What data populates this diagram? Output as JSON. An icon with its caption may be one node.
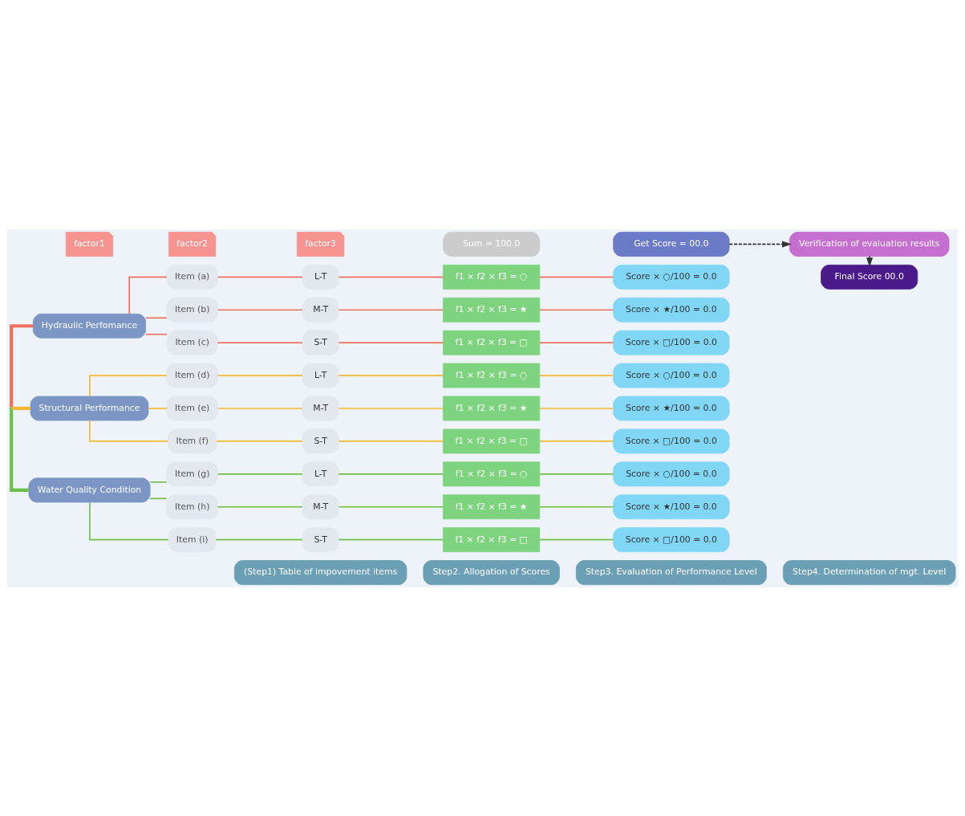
{
  "diagram": {
    "nodes": [
      {
        "text": [
          "(Step1) Table of impovement items"
        ]
      },
      {
        "text": [
          "Step2. Allogation of Scores"
        ]
      },
      {
        "text": [
          "Step3. Evaluation of Performance Level"
        ]
      },
      {
        "text": [
          "Step4. Determination of mgt. Level"
        ]
      },
      {
        "text": [
          "Hydraulic Perfomance"
        ]
      },
      {
        "text": [
          "Structural Performance"
        ]
      },
      {
        "text": [
          "Water Quality Condition"
        ]
      },
      {
        "text": [
          "Item (a)"
        ]
      },
      {
        "text": [
          "L-T"
        ]
      },
      {
        "text": [
          "f1 × f2 × f3 = ○"
        ]
      },
      {
        "text": [
          "Score × ○/100 = 0.0"
        ]
      },
      {
        "text": [
          "Item (b)"
        ]
      },
      {
        "text": [
          "M-T"
        ]
      },
      {
        "text": [
          "f1 × f2 × f3 = ★"
        ]
      },
      {
        "text": [
          "Score × ★/100 = 0.0"
        ]
      },
      {
        "text": [
          "Item (c)"
        ]
      },
      {
        "text": [
          "S-T"
        ]
      },
      {
        "text": [
          "f1 × f2 × f3 = □"
        ]
      },
      {
        "text": [
          "Score × □/100 = 0.0"
        ]
      },
      {
        "text": [
          "Item (d)"
        ]
      },
      {
        "text": [
          "L-T"
        ]
      },
      {
        "text": [
          "f1 × f2 × f3 = ○"
        ]
      },
      {
        "text": [
          "Score × ○/100 = 0.0"
        ]
      },
      {
        "text": [
          "Item (e)"
        ]
      },
      {
        "text": [
          "M-T"
        ]
      },
      {
        "text": [
          "f1 × f2 × f3 = ★"
        ]
      },
      {
        "text": [
          "Score × ★/100 = 0.0"
        ]
      },
      {
        "text": [
          "Item (f)"
        ]
      },
      {
        "text": [
          "S-T"
        ]
      },
      {
        "text": [
          "f1 × f2 × f3 = □"
        ]
      },
      {
        "text": [
          "Score × □/100 = 0.0"
        ]
      },
      {
        "text": [
          "Item (g)"
        ]
      },
      {
        "text": [
          "L-T"
        ]
      },
      {
        "text": [
          "f1 × f2 × f3 = ○"
        ]
      },
      {
        "text": [
          "Score × ○/100 = 0.0"
        ]
      },
      {
        "text": [
          "Item (h)"
        ]
      },
      {
        "text": [
          "M-T"
        ]
      },
      {
        "text": [
          "f1 × f2 × f3 = ★"
        ]
      },
      {
        "text": [
          "Score × ★/100 = 0.0"
        ]
      },
      {
        "text": [
          "Item (i)"
        ]
      },
      {
        "text": [
          "S-T"
        ]
      },
      {
        "text": [
          "f1 × f2 × f3 = □"
        ]
      },
      {
        "text": [
          "Score × □/100 = 0.0"
        ]
      },
      {
        "text": [
          "Final Score 00.0"
        ]
      },
      {
        "text": [
          "Verification of evaluation results"
        ]
      },
      {
        "text": [
          "factor1"
        ]
      },
      {
        "text": [
          "factor2"
        ]
      },
      {
        "text": [
          "factor3"
        ]
      },
      {
        "text": [
          "Sum = 100.0"
        ]
      },
      {
        "text": [
          "Get Score = 00.0"
        ]
      }
    ],
    "edges": [
      {
        "from": null,
        "to": 4,
        "arrow": "none",
        "color": "#f07060",
        "style": "thick"
      },
      {
        "from": null,
        "to": 5,
        "arrow": "none",
        "color": "#f5b830",
        "style": "thick"
      },
      {
        "from": null,
        "to": 6,
        "arrow": "none",
        "color": "#6cc04a",
        "style": "thick"
      },
      {
        "from": 4,
        "to": 7,
        "arrow": "none",
        "color": "#f07060"
      },
      {
        "from": 7,
        "to": 8,
        "arrow": "none",
        "color": "#f07060"
      },
      {
        "from": 8,
        "to": 9,
        "arrow": "none",
        "color": "#f07060"
      },
      {
        "from": 9,
        "to": 10,
        "arrow": "none",
        "color": "#f07060"
      },
      {
        "from": 4,
        "to": 11,
        "arrow": "none",
        "color": "#f07060"
      },
      {
        "from": 11,
        "to": 12,
        "arrow": "none",
        "color": "#f07060"
      },
      {
        "from": 12,
        "to": 13,
        "arrow": "none",
        "color": "#f07060"
      },
      {
        "from": 13,
        "to": 14,
        "arrow": "none",
        "color": "#f07060"
      },
      {
        "from": 4,
        "to": 15,
        "arrow": "none",
        "color": "#f07060"
      },
      {
        "from": 15,
        "to": 16,
        "arrow": "none",
        "color": "#f07060"
      },
      {
        "from": 16,
        "to": 17,
        "arrow": "none",
        "color": "#f07060"
      },
      {
        "from": 17,
        "to": 18,
        "arrow": "none",
        "color": "#f07060"
      },
      {
        "from": 5,
        "to": 19,
        "arrow": "none",
        "color": "#f5b830"
      },
      {
        "from": 19,
        "to": 20,
        "arrow": "none",
        "color": "#f5b830"
      },
      {
        "from": 20,
        "to": 21,
        "arrow": "none",
        "color": "#f5b830"
      },
      {
        "from": 21,
        "to": 22,
        "arrow": "none",
        "color": "#f5b830"
      },
      {
        "from": 5,
        "to": 23,
        "arrow": "none",
        "color": "#f5b830"
      },
      {
        "from": 23,
        "to": 24,
        "arrow": "none",
        "color": "#f5b830"
      },
      {
        "from": 24,
        "to": 25,
        "arrow": "none",
        "color": "#f5b830"
      },
      {
        "from": 25,
        "to": 26,
        "arrow": "none",
        "color": "#f5b830"
      },
      {
        "from": 5,
        "to": 27,
        "arrow": "none",
        "color": "#f5b830"
      },
      {
        "from": 27,
        "to": 28,
        "arrow": "none",
        "color": "#f5b830"
      },
      {
        "from": 28,
        "to": 29,
        "arrow": "none",
        "color": "#f5b830"
      },
      {
        "from": 29,
        "to": 30,
        "arrow": "none",
        "color": "#f5b830"
      },
      {
        "from": 6,
        "to": 31,
        "arrow": "none",
        "color": "#6cc04a"
      },
      {
        "from": 31,
        "to": 32,
        "arrow": "none",
        "color": "#6cc04a"
      },
      {
        "from": 32,
        "to": 33,
        "arrow": "none",
        "color": "#6cc04a"
      },
      {
        "from": 33,
        "to": 34,
        "arrow": "none",
        "color": "#6cc04a"
      },
      {
        "from": 6,
        "to": 35,
        "arrow": "none",
        "color": "#6cc04a"
      },
      {
        "from": 35,
        "to": 36,
        "arrow": "none",
        "color": "#6cc04a"
      },
      {
        "from": 36,
        "to": 37,
        "arrow": "none",
        "color": "#6cc04a"
      },
      {
        "from": 37,
        "to": 38,
        "arrow": "none",
        "color": "#6cc04a"
      },
      {
        "from": 6,
        "to": 39,
        "arrow": "none",
        "color": "#6cc04a"
      },
      {
        "from": 39,
        "to": 40,
        "arrow": "none",
        "color": "#6cc04a"
      },
      {
        "from": 40,
        "to": 41,
        "arrow": "none",
        "color": "#6cc04a"
      },
      {
        "from": 41,
        "to": 42,
        "arrow": "none",
        "color": "#6cc04a"
      },
      {
        "from": 49,
        "to": 44,
        "arrow": "to",
        "style": "dashed",
        "color": "#333333"
      },
      {
        "from": 44,
        "to": 43,
        "arrow": "to",
        "style": "dashed",
        "color": "#333333"
      }
    ]
  }
}
